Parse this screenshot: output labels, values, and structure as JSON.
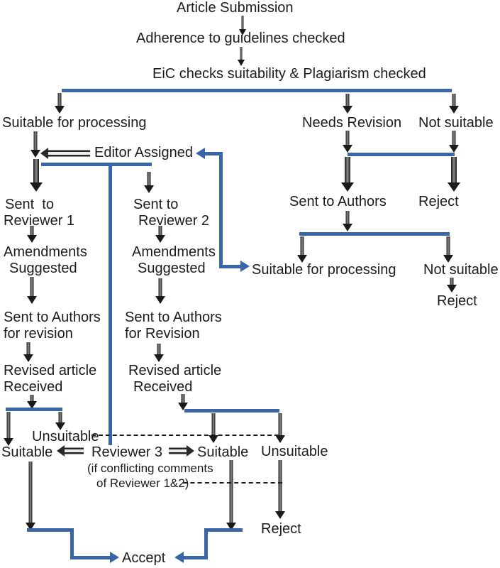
{
  "title": "Editorial workflow flowchart",
  "colors": {
    "blue": "#3a66a8",
    "black": "#1c1c1c"
  },
  "nodes": {
    "article_submission": "Article Submission",
    "adherence": "Adherence to guidelines checked",
    "eic_check": "EiC checks suitability & Plagiarism checked",
    "suitable_processing_left": "Suitable for processing",
    "needs_revision": "Needs Revision",
    "not_suitable_top": "Not suitable",
    "editor_assigned": "Editor Assigned",
    "sent_reviewer1_line1": "Sent  to",
    "sent_reviewer1_line2": "Reviewer 1",
    "sent_reviewer2_line1": "Sent to",
    "sent_reviewer2_line2": "Reviewer 2",
    "sent_authors_right": "Sent to Authors",
    "reject_right_top": "Reject",
    "amendments1_line1": "Amendments",
    "amendments1_line2": "Suggested",
    "amendments2_line1": "Amendments",
    "amendments2_line2": "Suggested",
    "suitable_processing_mid": "Suitable for processing",
    "not_suitable_mid": "Not suitable",
    "reject_mid": "Reject",
    "sent_authors1_line1": "Sent to Authors",
    "sent_authors1_line2": "for revision",
    "sent_authors2_line1": "Sent to Authors",
    "sent_authors2_line2": "for Revision",
    "revised1_line1": "Revised article",
    "revised1_line2": "Received",
    "revised2_line1": "Revised article",
    "revised2_line2": "Received",
    "unsuitable_left": "Unsuitable",
    "suitable_left": "Suitable",
    "reviewer3": "Reviewer 3",
    "reviewer3_note_line1": "(if conflicting comments",
    "reviewer3_note_line2": "of Reviewer 1&2)",
    "suitable_right": "Suitable",
    "unsuitable_right": "Unsuitable",
    "reject_bottom": "Reject",
    "accept": "Accept"
  }
}
